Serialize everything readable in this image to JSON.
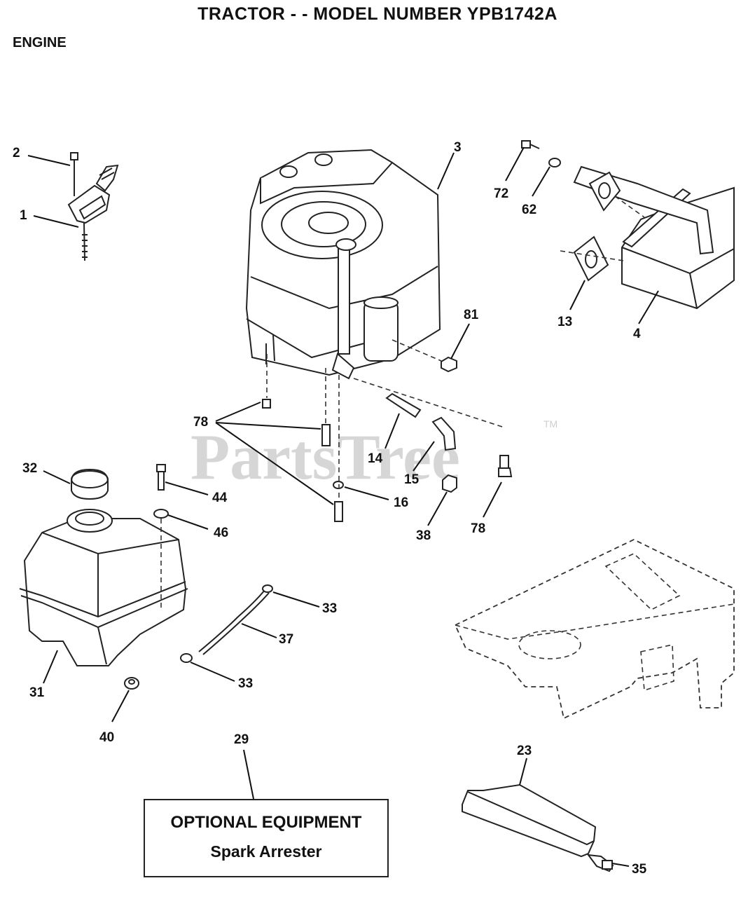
{
  "header": {
    "title": "TRACTOR - - MODEL NUMBER YPB1742A",
    "section": "ENGINE"
  },
  "watermark": {
    "text": "PartsTree",
    "trademark": "TM"
  },
  "optional_box": {
    "title": "OPTIONAL EQUIPMENT",
    "item": "Spark Arrester"
  },
  "callouts": {
    "c1": "1",
    "c2": "2",
    "c3": "3",
    "c4": "4",
    "c13": "13",
    "c14": "14",
    "c15": "15",
    "c16": "16",
    "c23": "23",
    "c29": "29",
    "c31": "31",
    "c32": "32",
    "c33a": "33",
    "c33b": "33",
    "c35": "35",
    "c37": "37",
    "c38": "38",
    "c40": "40",
    "c44": "44",
    "c46": "46",
    "c62": "62",
    "c72": "72",
    "c78a": "78",
    "c78b": "78",
    "c81": "81"
  }
}
